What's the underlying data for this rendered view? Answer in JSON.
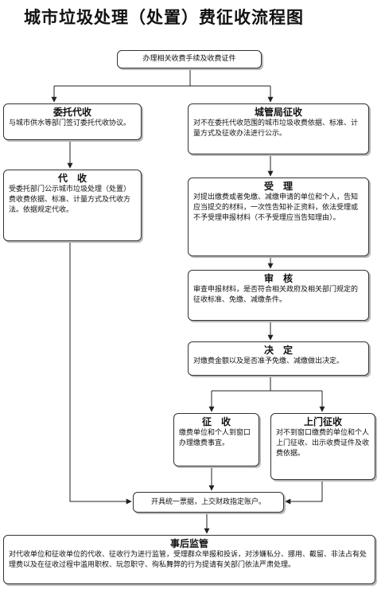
{
  "title": "城市垃圾处理（处置）费征收流程图",
  "start": {
    "text": "办理相关收费手续及收费证件"
  },
  "entrust": {
    "title": "委托代收",
    "body": "与城市供水等部门签订委托代收协议。"
  },
  "collect": {
    "title": "代　收",
    "body": "受委托部门公示城市垃圾处理（处置）费收费依据、标准、计量方式及代收方法。依据规定代收。"
  },
  "bureau": {
    "title": "城管局征收",
    "body": "对不在委托代收范围的城市垃圾收费依据、标准、计量方式及征收办法进行公示。"
  },
  "accept": {
    "title": "受　理",
    "body": "对提出缴费或者免缴、减缴申请的单位和个人，告知应当提交的材料，一次性告知补正资料，依法受理或不予受理申报材料（不予受理应当告知理由）。"
  },
  "review": {
    "title": "审　核",
    "body": "审查申报材料，是否符合相关政府及相关部门规定的征收标准、免缴、减缴条件。"
  },
  "decide": {
    "title": "决　定",
    "body": "对缴费金额以及是否准予免缴、减缴做出决定。"
  },
  "levy": {
    "title": "征　收",
    "body": "缴费单位和个人到窗口办理缴费事宜。"
  },
  "door": {
    "title": "上门征收",
    "body": "对不到窗口缴费的单位和个人上门征收、出示收费证件及收费依据。"
  },
  "receipt": {
    "text": "开具统一票据，上交财政指定账户。"
  },
  "supervise": {
    "title": "事后监管",
    "body": "对代收单位和征收单位的代收、征收行为进行监管，受理群众举报和投诉，对涉嫌私分、挪用、截留、非法占有处理费以及在征收过程中滥用职权、玩忽职守、徇私舞弊的行为提请有关部门依法严肃处理。"
  }
}
